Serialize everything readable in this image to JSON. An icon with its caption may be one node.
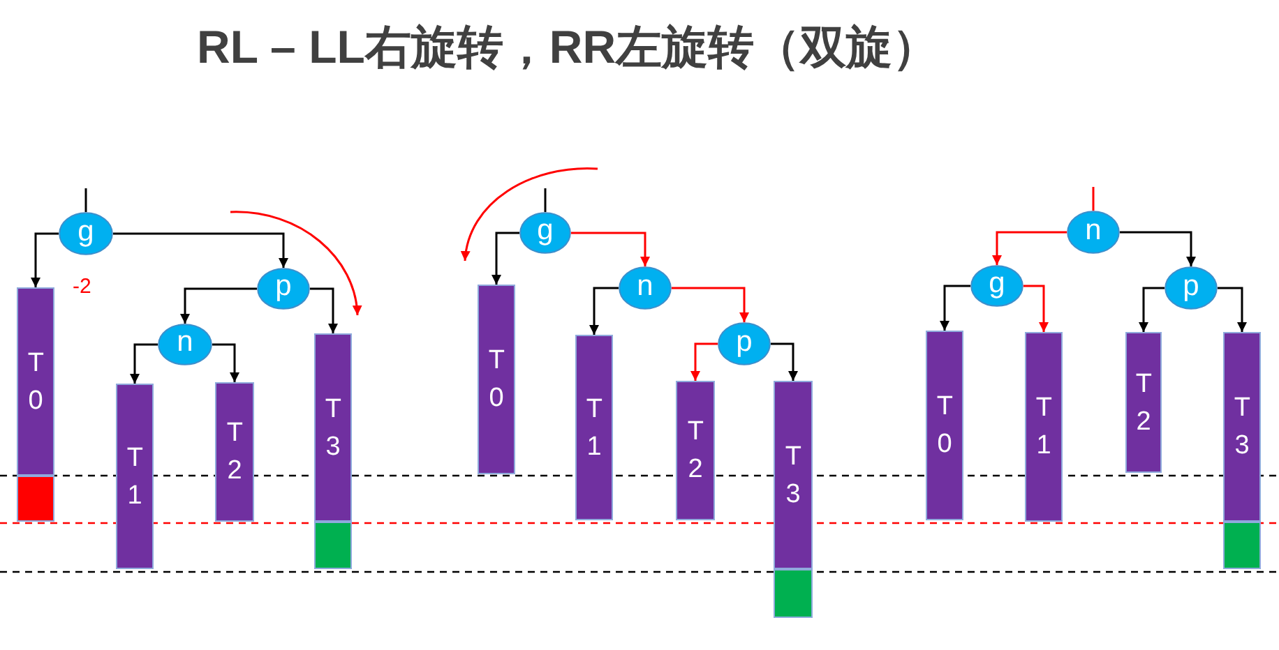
{
  "diagram": {
    "title": "RL – LL右旋转，RR左旋转（双旋）",
    "nodes": [
      {
        "text": [
          "g"
        ],
        "beside": [
          "-2"
        ]
      },
      {
        "text": [
          "p"
        ]
      },
      {
        "text": [
          "n"
        ]
      },
      {
        "text": [
          "T 0"
        ]
      },
      {
        "text": [
          "T 1"
        ]
      },
      {
        "text": [
          "T 2"
        ]
      },
      {
        "text": [
          "T 3"
        ]
      },
      {
        "text": [
          "g"
        ]
      },
      {
        "text": [
          "n"
        ]
      },
      {
        "text": [
          "p"
        ]
      },
      {
        "text": [
          "T 0"
        ]
      },
      {
        "text": [
          "T 1"
        ]
      },
      {
        "text": [
          "T 2"
        ]
      },
      {
        "text": [
          "T 3"
        ]
      },
      {
        "text": [
          "n"
        ]
      },
      {
        "text": [
          "g"
        ]
      },
      {
        "text": [
          "p"
        ]
      },
      {
        "text": [
          "T 0"
        ]
      },
      {
        "text": [
          "T 1"
        ]
      },
      {
        "text": [
          "T 2"
        ]
      },
      {
        "text": [
          "T 3"
        ]
      }
    ],
    "edges": [
      {
        "from": null,
        "to": 0,
        "arrow": "none"
      },
      {
        "from": 0,
        "to": 3,
        "arrow": "to"
      },
      {
        "from": 0,
        "to": 1,
        "arrow": "to"
      },
      {
        "from": 1,
        "to": 2,
        "arrow": "to"
      },
      {
        "from": 1,
        "to": 6,
        "arrow": "to"
      },
      {
        "from": 2,
        "to": 4,
        "arrow": "to"
      },
      {
        "from": 2,
        "to": 5,
        "arrow": "to"
      },
      {
        "from": null,
        "to": 7,
        "arrow": "none"
      },
      {
        "from": 7,
        "to": 10,
        "arrow": "to"
      },
      {
        "from": 7,
        "to": 8,
        "arrow": "to",
        "color": "#ff0000"
      },
      {
        "from": 8,
        "to": 11,
        "arrow": "to"
      },
      {
        "from": 8,
        "to": 9,
        "arrow": "to",
        "color": "#ff0000"
      },
      {
        "from": 9,
        "to": 12,
        "arrow": "to",
        "color": "#ff0000"
      },
      {
        "from": 9,
        "to": 13,
        "arrow": "to"
      },
      {
        "from": null,
        "to": 14,
        "arrow": "none",
        "color": "#ff0000"
      },
      {
        "from": 14,
        "to": 15,
        "arrow": "to",
        "color": "#ff0000"
      },
      {
        "from": 14,
        "to": 16,
        "arrow": "to"
      },
      {
        "from": 15,
        "to": 17,
        "arrow": "to"
      },
      {
        "from": 15,
        "to": 18,
        "arrow": "to",
        "color": "#ff0000"
      },
      {
        "from": 16,
        "to": 19,
        "arrow": "to"
      },
      {
        "from": 16,
        "to": 20,
        "arrow": "to"
      }
    ]
  }
}
